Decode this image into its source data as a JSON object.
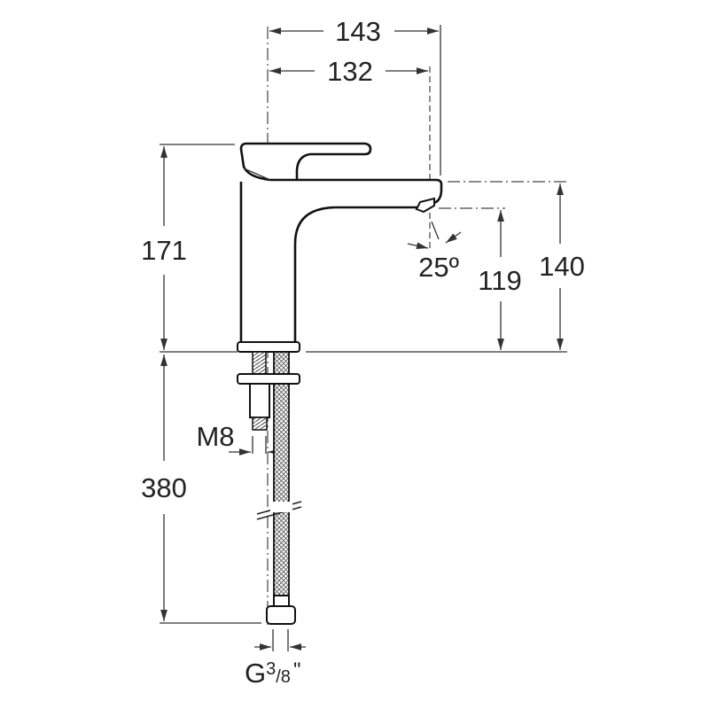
{
  "title": "Basin mixer dimensional drawing",
  "dimensions": {
    "overall_width": "143",
    "spout_reach": "132",
    "overall_height": "171",
    "spout_height": "140",
    "outlet_height": "119",
    "outlet_angle": "25º",
    "hose_length": "380",
    "stud_thread": "M8",
    "connection_prefix": "G",
    "connection_num": "3",
    "connection_den": "/8",
    "connection_suffix": "\""
  }
}
